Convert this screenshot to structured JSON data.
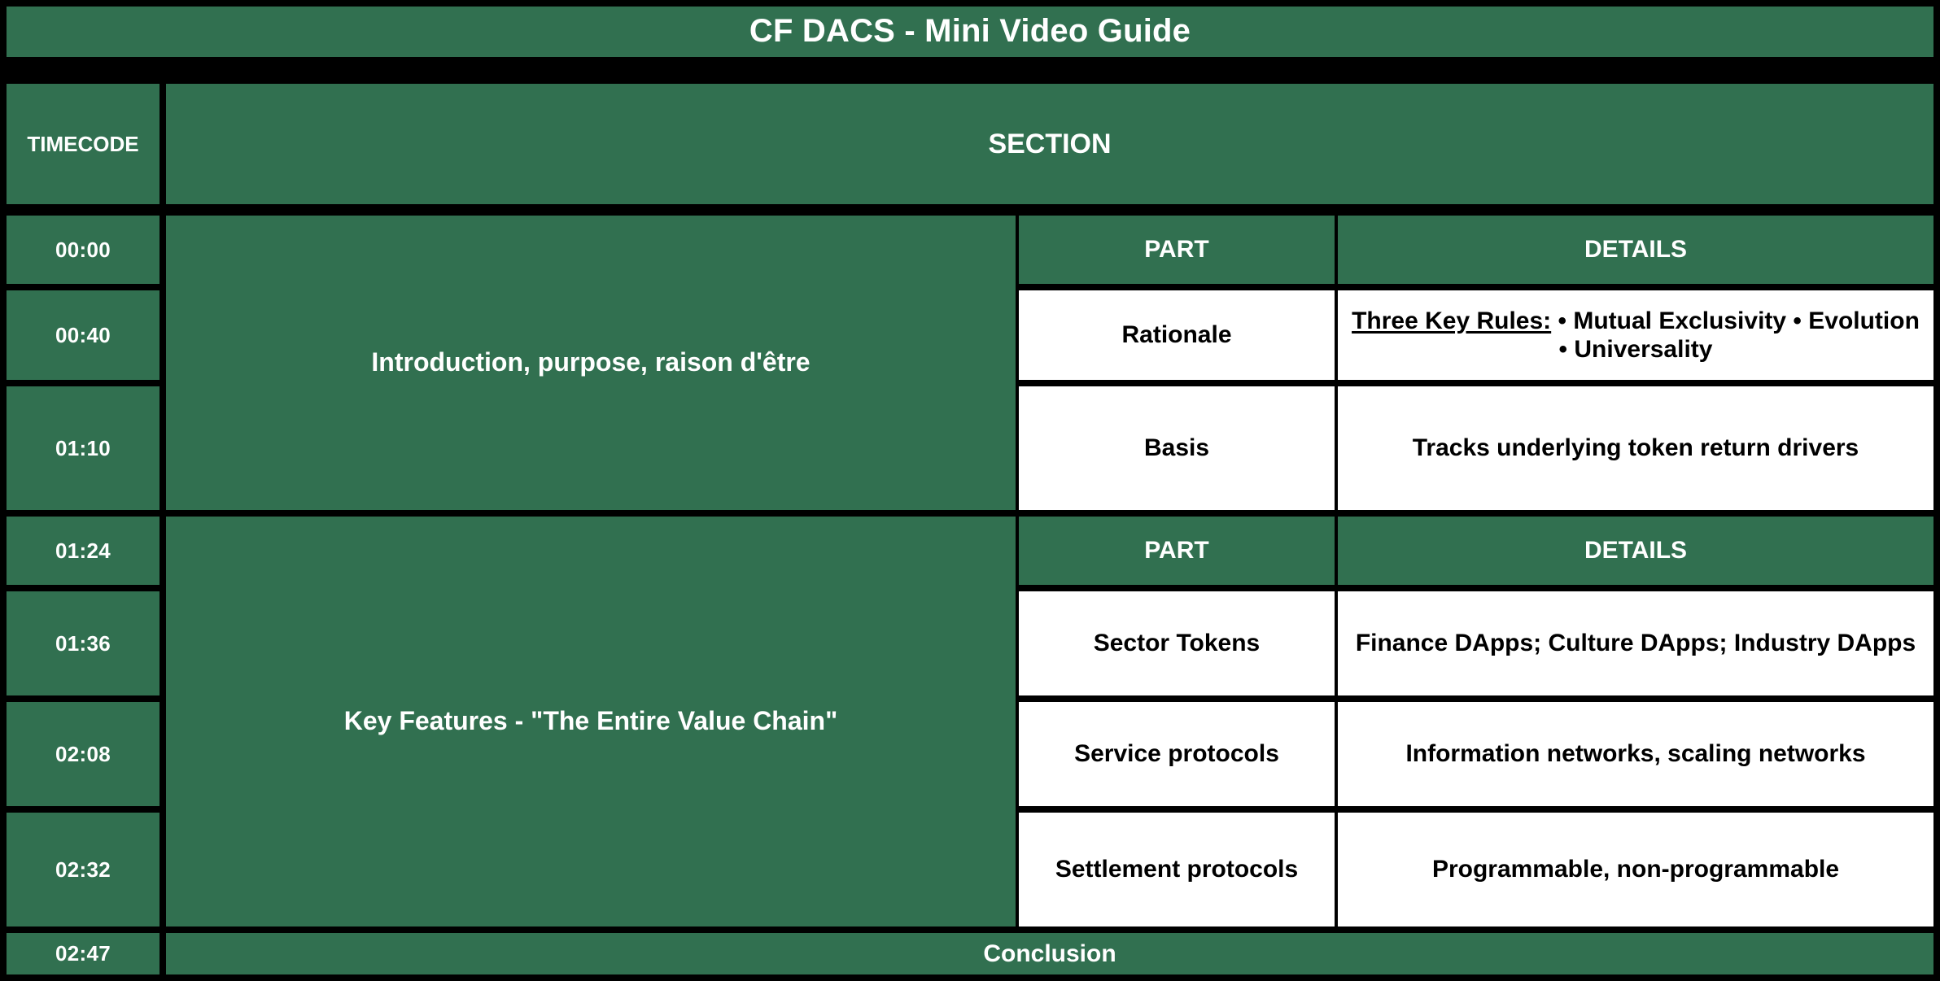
{
  "colors": {
    "brand_green": "#317050",
    "border": "#000000",
    "white": "#FFFFFF",
    "text_on_green": "#FFFFFF",
    "text_on_white": "#000000"
  },
  "title": "CF DACS - Mini Video Guide",
  "headers": {
    "timecode": "TIMECODE",
    "section": "SECTION",
    "part": "PART",
    "details": "DETAILS"
  },
  "sections": [
    {
      "label": "Introduction, purpose, raison d'être",
      "subheader": {
        "part": "PART",
        "details": "DETAILS"
      },
      "rows": [
        {
          "timecode": "00:00",
          "part": "",
          "details": ""
        },
        {
          "timecode": "00:40",
          "part": "Rationale",
          "details_prefix": "Three Key Rules:",
          "details": " • Mutual Exclusivity • Evolution  •  Universality"
        },
        {
          "timecode": "01:10",
          "part": "Basis",
          "details": "Tracks underlying token return drivers"
        }
      ]
    },
    {
      "label": "Key Features - \"The Entire Value Chain\"",
      "subheader": {
        "part": "PART",
        "details": "DETAILS"
      },
      "rows": [
        {
          "timecode": "01:24",
          "part": "",
          "details": ""
        },
        {
          "timecode": "01:36",
          "part": "Sector Tokens",
          "details": "Finance DApps;  Culture DApps; Industry DApps"
        },
        {
          "timecode": "02:08",
          "part": "Service protocols",
          "details": "Information networks, scaling networks"
        },
        {
          "timecode": "02:32",
          "part": "Settlement protocols",
          "details": "Programmable, non-programmable"
        }
      ]
    }
  ],
  "footer": {
    "timecode": "02:47",
    "label": "Conclusion"
  }
}
